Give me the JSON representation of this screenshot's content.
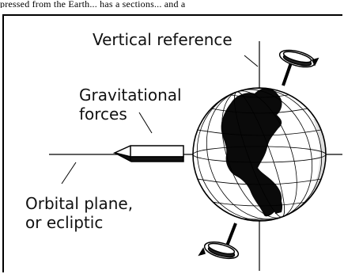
{
  "clipped_top_text": "pressed from the Earth... has a sections... and a",
  "labels": {
    "vertical_reference": "Vertical reference",
    "gravitational_line1": "Gravitational",
    "gravitational_line2": "forces",
    "orbital_line1": "Orbital plane,",
    "orbital_line2": "or ecliptic"
  }
}
